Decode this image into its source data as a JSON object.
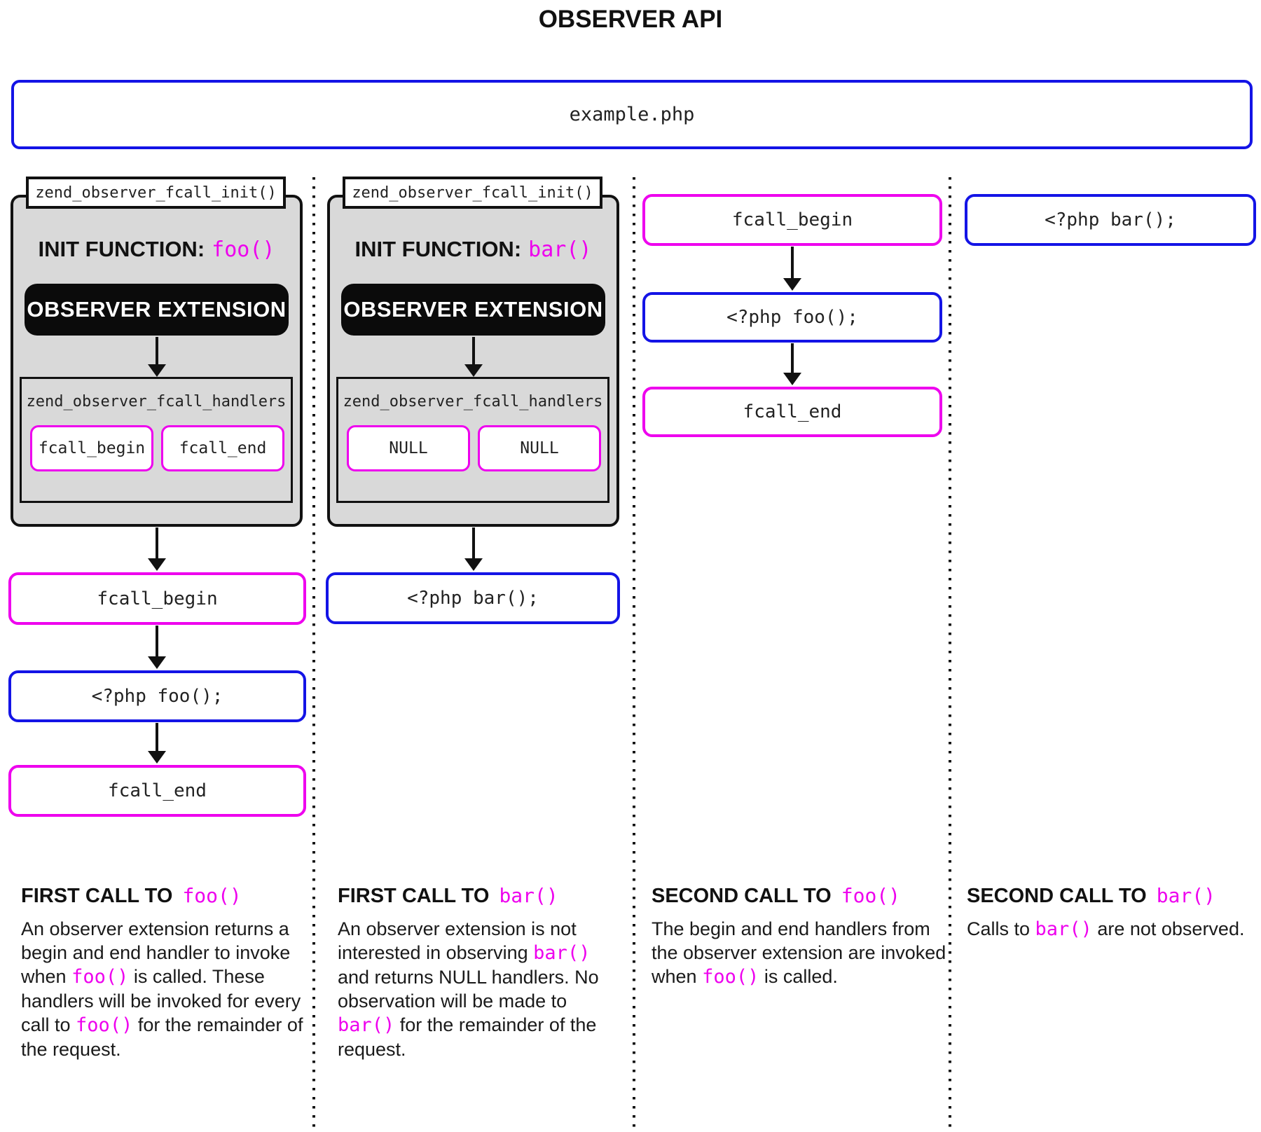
{
  "title": "OBSERVER API",
  "file_box": {
    "label": "example.php"
  },
  "colors": {
    "magenta": "#EE00EE",
    "blue": "#1414E6",
    "gray_fill": "#D9D9D9",
    "black": "#111111"
  },
  "columns": [
    {
      "init_label": "zend_observer_fcall_init()",
      "init_function_label": "INIT FUNCTION:",
      "init_function_code": "foo()",
      "extension_label": "OBSERVER EXTENSION",
      "handlers_label": "zend_observer_fcall_handlers",
      "handler_begin": "fcall_begin",
      "handler_end": "fcall_end",
      "flow_begin": "fcall_begin",
      "flow_code": "<?php foo();",
      "flow_end": "fcall_end",
      "heading_label": "FIRST CALL TO",
      "heading_code": "foo()",
      "paragraph_segments": [
        {
          "t": "text",
          "v": "An observer extension returns a begin and end handler to invoke when "
        },
        {
          "t": "code",
          "v": "foo()"
        },
        {
          "t": "text",
          "v": " is called. These handlers will be invoked for every call to "
        },
        {
          "t": "code",
          "v": "foo()"
        },
        {
          "t": "text",
          "v": " for the remainder of the request."
        }
      ]
    },
    {
      "init_label": "zend_observer_fcall_init()",
      "init_function_label": "INIT FUNCTION:",
      "init_function_code": "bar()",
      "extension_label": "OBSERVER EXTENSION",
      "handlers_label": "zend_observer_fcall_handlers",
      "handler_begin": "NULL",
      "handler_end": "NULL",
      "flow_code": "<?php bar();",
      "heading_label": "FIRST CALL TO",
      "heading_code": "bar()",
      "paragraph_segments": [
        {
          "t": "text",
          "v": "An observer extension is not interested in observing "
        },
        {
          "t": "code",
          "v": "bar()"
        },
        {
          "t": "text",
          "v": " and returns NULL handlers. No observation will be made to "
        },
        {
          "t": "code",
          "v": "bar()"
        },
        {
          "t": "text",
          "v": " for the remainder of the request."
        }
      ]
    },
    {
      "flow_begin": "fcall_begin",
      "flow_code": "<?php foo();",
      "flow_end": "fcall_end",
      "heading_label": "SECOND CALL TO",
      "heading_code": "foo()",
      "paragraph_segments": [
        {
          "t": "text",
          "v": "The begin and end handlers from the observer extension are invoked when "
        },
        {
          "t": "code",
          "v": "foo()"
        },
        {
          "t": "text",
          "v": " is called."
        }
      ]
    },
    {
      "flow_code": "<?php bar();",
      "heading_label": "SECOND CALL TO",
      "heading_code": "bar()",
      "paragraph_segments": [
        {
          "t": "text",
          "v": "Calls to "
        },
        {
          "t": "code",
          "v": "bar()"
        },
        {
          "t": "text",
          "v": " are not observed."
        }
      ]
    }
  ]
}
